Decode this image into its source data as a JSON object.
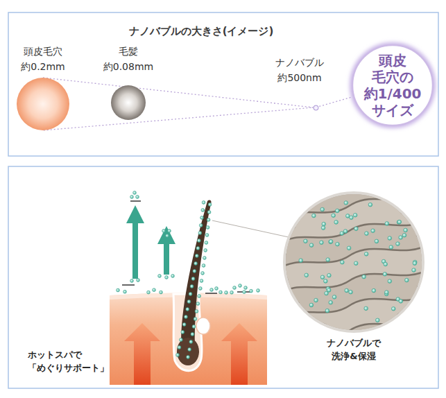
{
  "diagram": {
    "title": "ナノバブルの大きさ(イメージ)",
    "nodes": [
      {
        "text": [
          "頭皮毛穴",
          "約0.2mm"
        ]
      },
      {
        "text": [
          "毛髪",
          "約0.08mm"
        ]
      },
      {
        "text": [
          "ナノバブル",
          "約500nm"
        ]
      },
      {
        "text": [
          "頭皮 毛穴の 約1/400 サイズ"
        ]
      }
    ],
    "edges": [
      {
        "from": 0,
        "to": 2,
        "arrow": "none"
      },
      {
        "from": 2,
        "to": 3,
        "arrow": "none"
      }
    ],
    "labels": [
      "ホットスパで 「めぐりサポート」",
      "ナノバブルで 洗浄&保湿"
    ]
  }
}
